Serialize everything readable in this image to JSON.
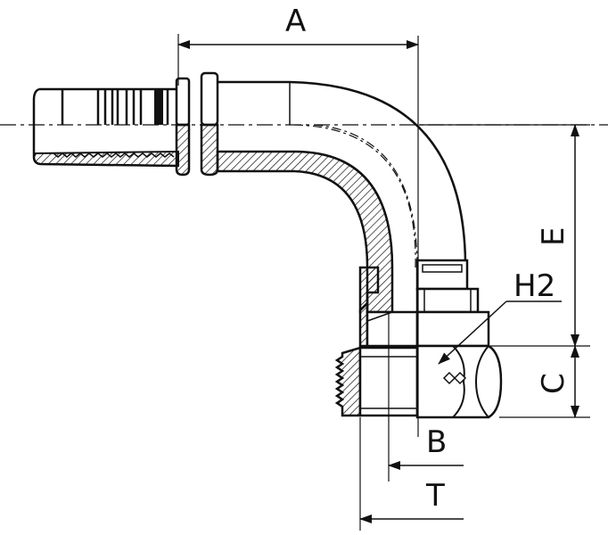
{
  "diagram": {
    "type": "technical drawing",
    "dimension_labels": {
      "a": "A",
      "e": "E",
      "h2": "H2",
      "c": "C",
      "b": "B",
      "t": "T"
    },
    "colors": {
      "line": "#111111",
      "hatch": "#111111",
      "background": "#ffffff"
    }
  }
}
